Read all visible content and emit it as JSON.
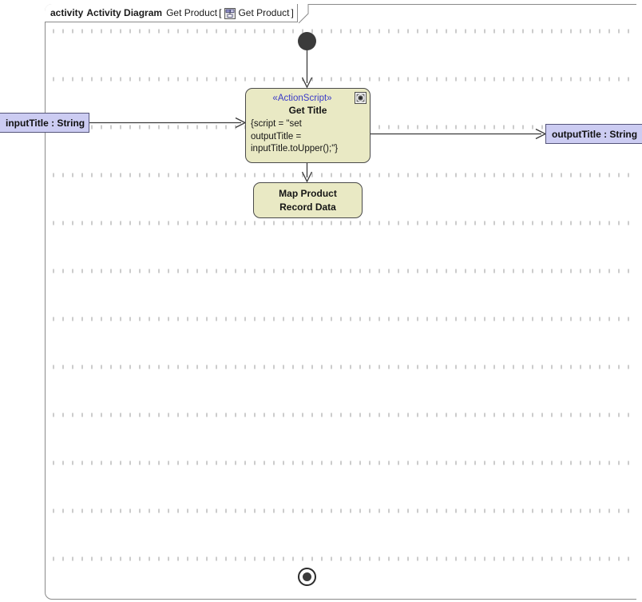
{
  "frame": {
    "keyword": "activity",
    "type_label": "Activity Diagram",
    "name": "Get Product",
    "bracket_open": "[",
    "icon": "activity-diagram-icon",
    "qualifier": "Get Product",
    "bracket_close": "]"
  },
  "nodes": {
    "initial": {
      "name": "initial-node",
      "type": "initial"
    },
    "final": {
      "name": "final-node",
      "type": "activity-final"
    },
    "get_title": {
      "stereotype": "«ActionScript»",
      "name": "Get Title",
      "body": "{script = \"set\noutputTitle =\ninputTitle.toUpper();\"}",
      "icon": "script-gear-icon"
    },
    "map_product": {
      "name": "Map Product\nRecord Data"
    },
    "input_param": {
      "label": "inputTitle : String"
    },
    "output_param": {
      "label": "outputTitle : String"
    }
  },
  "edges": [
    {
      "name": "edge-initial-to-get-title",
      "from": "initial",
      "to": "get_title"
    },
    {
      "name": "edge-get-title-to-map-product",
      "from": "get_title",
      "to": "map_product"
    },
    {
      "name": "edge-input-to-get-title",
      "from": "input_param",
      "to": "get_title"
    },
    {
      "name": "edge-get-title-to-output",
      "from": "get_title",
      "to": "output_param"
    }
  ],
  "colors": {
    "action_fill": "#e9e9c4",
    "action_stroke": "#4a4a4a",
    "param_fill": "#ccccf2",
    "param_stroke": "#55557a",
    "stereotype_text": "#3b3bc8",
    "node_text": "#151515",
    "edge_stroke": "#3a3a3a",
    "frame_stroke": "#8a8a8a",
    "grid_dot": "#9a9a9a",
    "canvas_bg": "#ffffff"
  }
}
